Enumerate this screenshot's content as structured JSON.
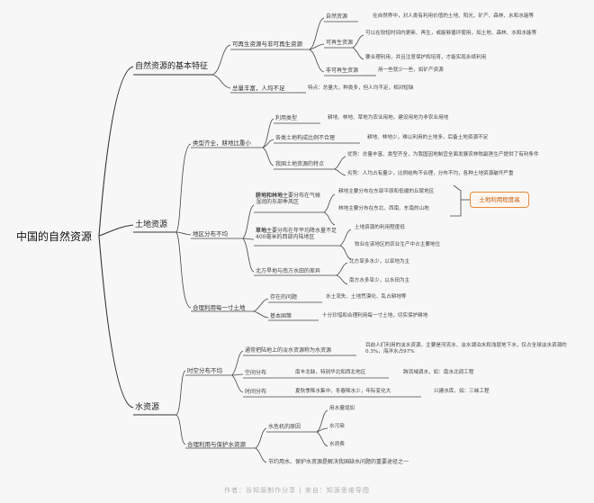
{
  "root": "中国的自然资源",
  "basic": {
    "title": "自然资源的基本特征",
    "renew": "可再生资源与非可再生资源",
    "natural": "自然资源",
    "natural_desc": "在自然界中，对人类有利用价值的土地、阳光、矿产、森林、水和水能等",
    "renewable": "可再生资源",
    "renewable_1": "可以在较短时间内更新、再生，或能够循环使用，如土地、森林、水和水能等",
    "renewable_2": "要合理利用，并且注意保护和培育，才能实现永续利用",
    "nonrenew": "非可再生资源",
    "nonrenew_desc": "用一些就少一些，如矿产资源",
    "total": "总量丰富，人均不足",
    "total_desc": "特点：总量大，种类多，但人均不足，相对短缺"
  },
  "land": {
    "title": "土地资源",
    "types": "类型齐全，耕地比重小",
    "use_type": "利用类型",
    "use_type_desc": "耕地、林地、草地为农业用地，建设用地为非农业用地",
    "unreasonable": "各类土地构成比例不合理",
    "unreasonable_desc": "耕地、林地少，难以利用的土地多，后备土地资源不足",
    "feature": "我国土地资源的特点",
    "adv": "优势：总量丰富、类型齐全，为我国因地制宜全面发展农林牧副渔生产提供了有利条件",
    "dis": "劣势：人均占有量少，比例结构不合理，分布不均，各种土地资源破坏严重",
    "dist": "地区分布不均",
    "farm_bold": "耕地和林地",
    "farm_rest": "主要分布在气候湿润的东部季风区",
    "farm_1": "耕地主要分布在东部平原和低缓的丘陵地区",
    "farm_2": "林地主要分布在东北、西南、东南的山地",
    "grass_bold": "草地",
    "grass_rest": "主要分布在年平均降水量不足400毫米的西部内陆地区",
    "grass_1": "土地资源的利用程度低",
    "grass_2": "牧业在该地区的农业生产中占主要地位",
    "ns": "北方旱地与南方水田的差异",
    "ns_1": "北方旱多水少，以旱地为主",
    "ns_2": "南方水多旱少，以水田为主",
    "highlight": "土地利用程度高",
    "rational": "合理利用每一寸土地",
    "problem": "存在的问题",
    "problem_desc": "水土流失、土地荒漠化、乱占耕地等",
    "policy": "基本国策",
    "policy_desc": "十分珍惜和合理利用每一寸土地，切实保护耕地"
  },
  "water": {
    "title": "水资源",
    "spatiotemporal": "时空分布不均",
    "def": "通常把陆地上的淡水资源称为水资源",
    "def_desc": "目前人们利用的淡水资源，主要是河流水、淡水湖泊水和浅层地下水，仅占全球淡水资源的0.3%，海洋水占97%",
    "space": "空间分布",
    "space_1": "南丰北缺，特别华北和西北地区",
    "space_2": "跨流域调水，如：南水北调工程",
    "time": "时间分布",
    "time_1": "夏秋季降水集中，冬春降水少，年际变化大",
    "time_2": "兴建水库，如：三峡工程",
    "protect": "合理利用与保护水资源",
    "crisis": "水危机的原因",
    "crisis_1": "用水量增加",
    "crisis_2": "水污染",
    "crisis_3": "水浪费",
    "saving": "节约用水、保护水资源是解决我国缺水问题的重要途径之一"
  },
  "footer": "作者：谷知源制作分享 | 来自：知源思维导图"
}
